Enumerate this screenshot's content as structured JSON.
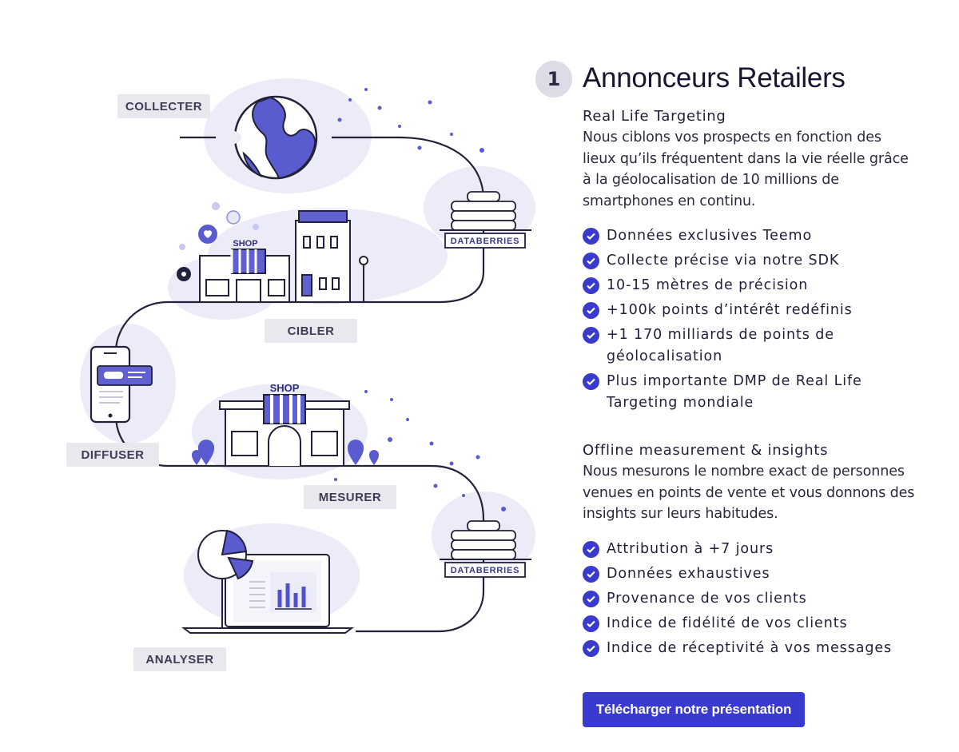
{
  "illustration": {
    "steps": [
      "COLLECTER",
      "CIBLER",
      "DIFFUSER",
      "MESURER",
      "ANALYSER"
    ],
    "databerries_label": "DATABERRIES",
    "shop_label": "SHOP"
  },
  "header": {
    "step_number": "1",
    "title": "Annonceurs Retailers"
  },
  "section1": {
    "title": "Real Life Targeting",
    "description": "Nous ciblons vos prospects en fonction des lieux qu’ils fréquentent dans la vie réelle grâce à la géolocalisation de 10 millions de smartphones en continu.",
    "items": [
      "Données exclusives Teemo",
      "Collecte précise via notre SDK",
      "10-15 mètres de précision",
      "+100k points d’intérêt redéfinis",
      "+1 170 milliards de points de géolocalisation",
      "Plus importante DMP de Real Life Targeting mondiale"
    ]
  },
  "section2": {
    "title": "Offline measurement & insights",
    "description": "Nous mesurons le nombre exact de personnes venues en points de vente et vous donnons des insights sur leurs habitudes.",
    "items": [
      "Attribution à +7 jours",
      "Données exhaustives",
      "Provenance de vos clients",
      "Indice de fidélité de vos clients",
      "Indice de réceptivité à vos messages"
    ]
  },
  "cta": {
    "label": "Télécharger notre présentation"
  },
  "colors": {
    "accent": "#3a3ad0",
    "illustration_fill": "#6060d0",
    "illustration_blob": "#ececf8",
    "line": "#22223a",
    "tag_bg": "#e8e8ee"
  }
}
